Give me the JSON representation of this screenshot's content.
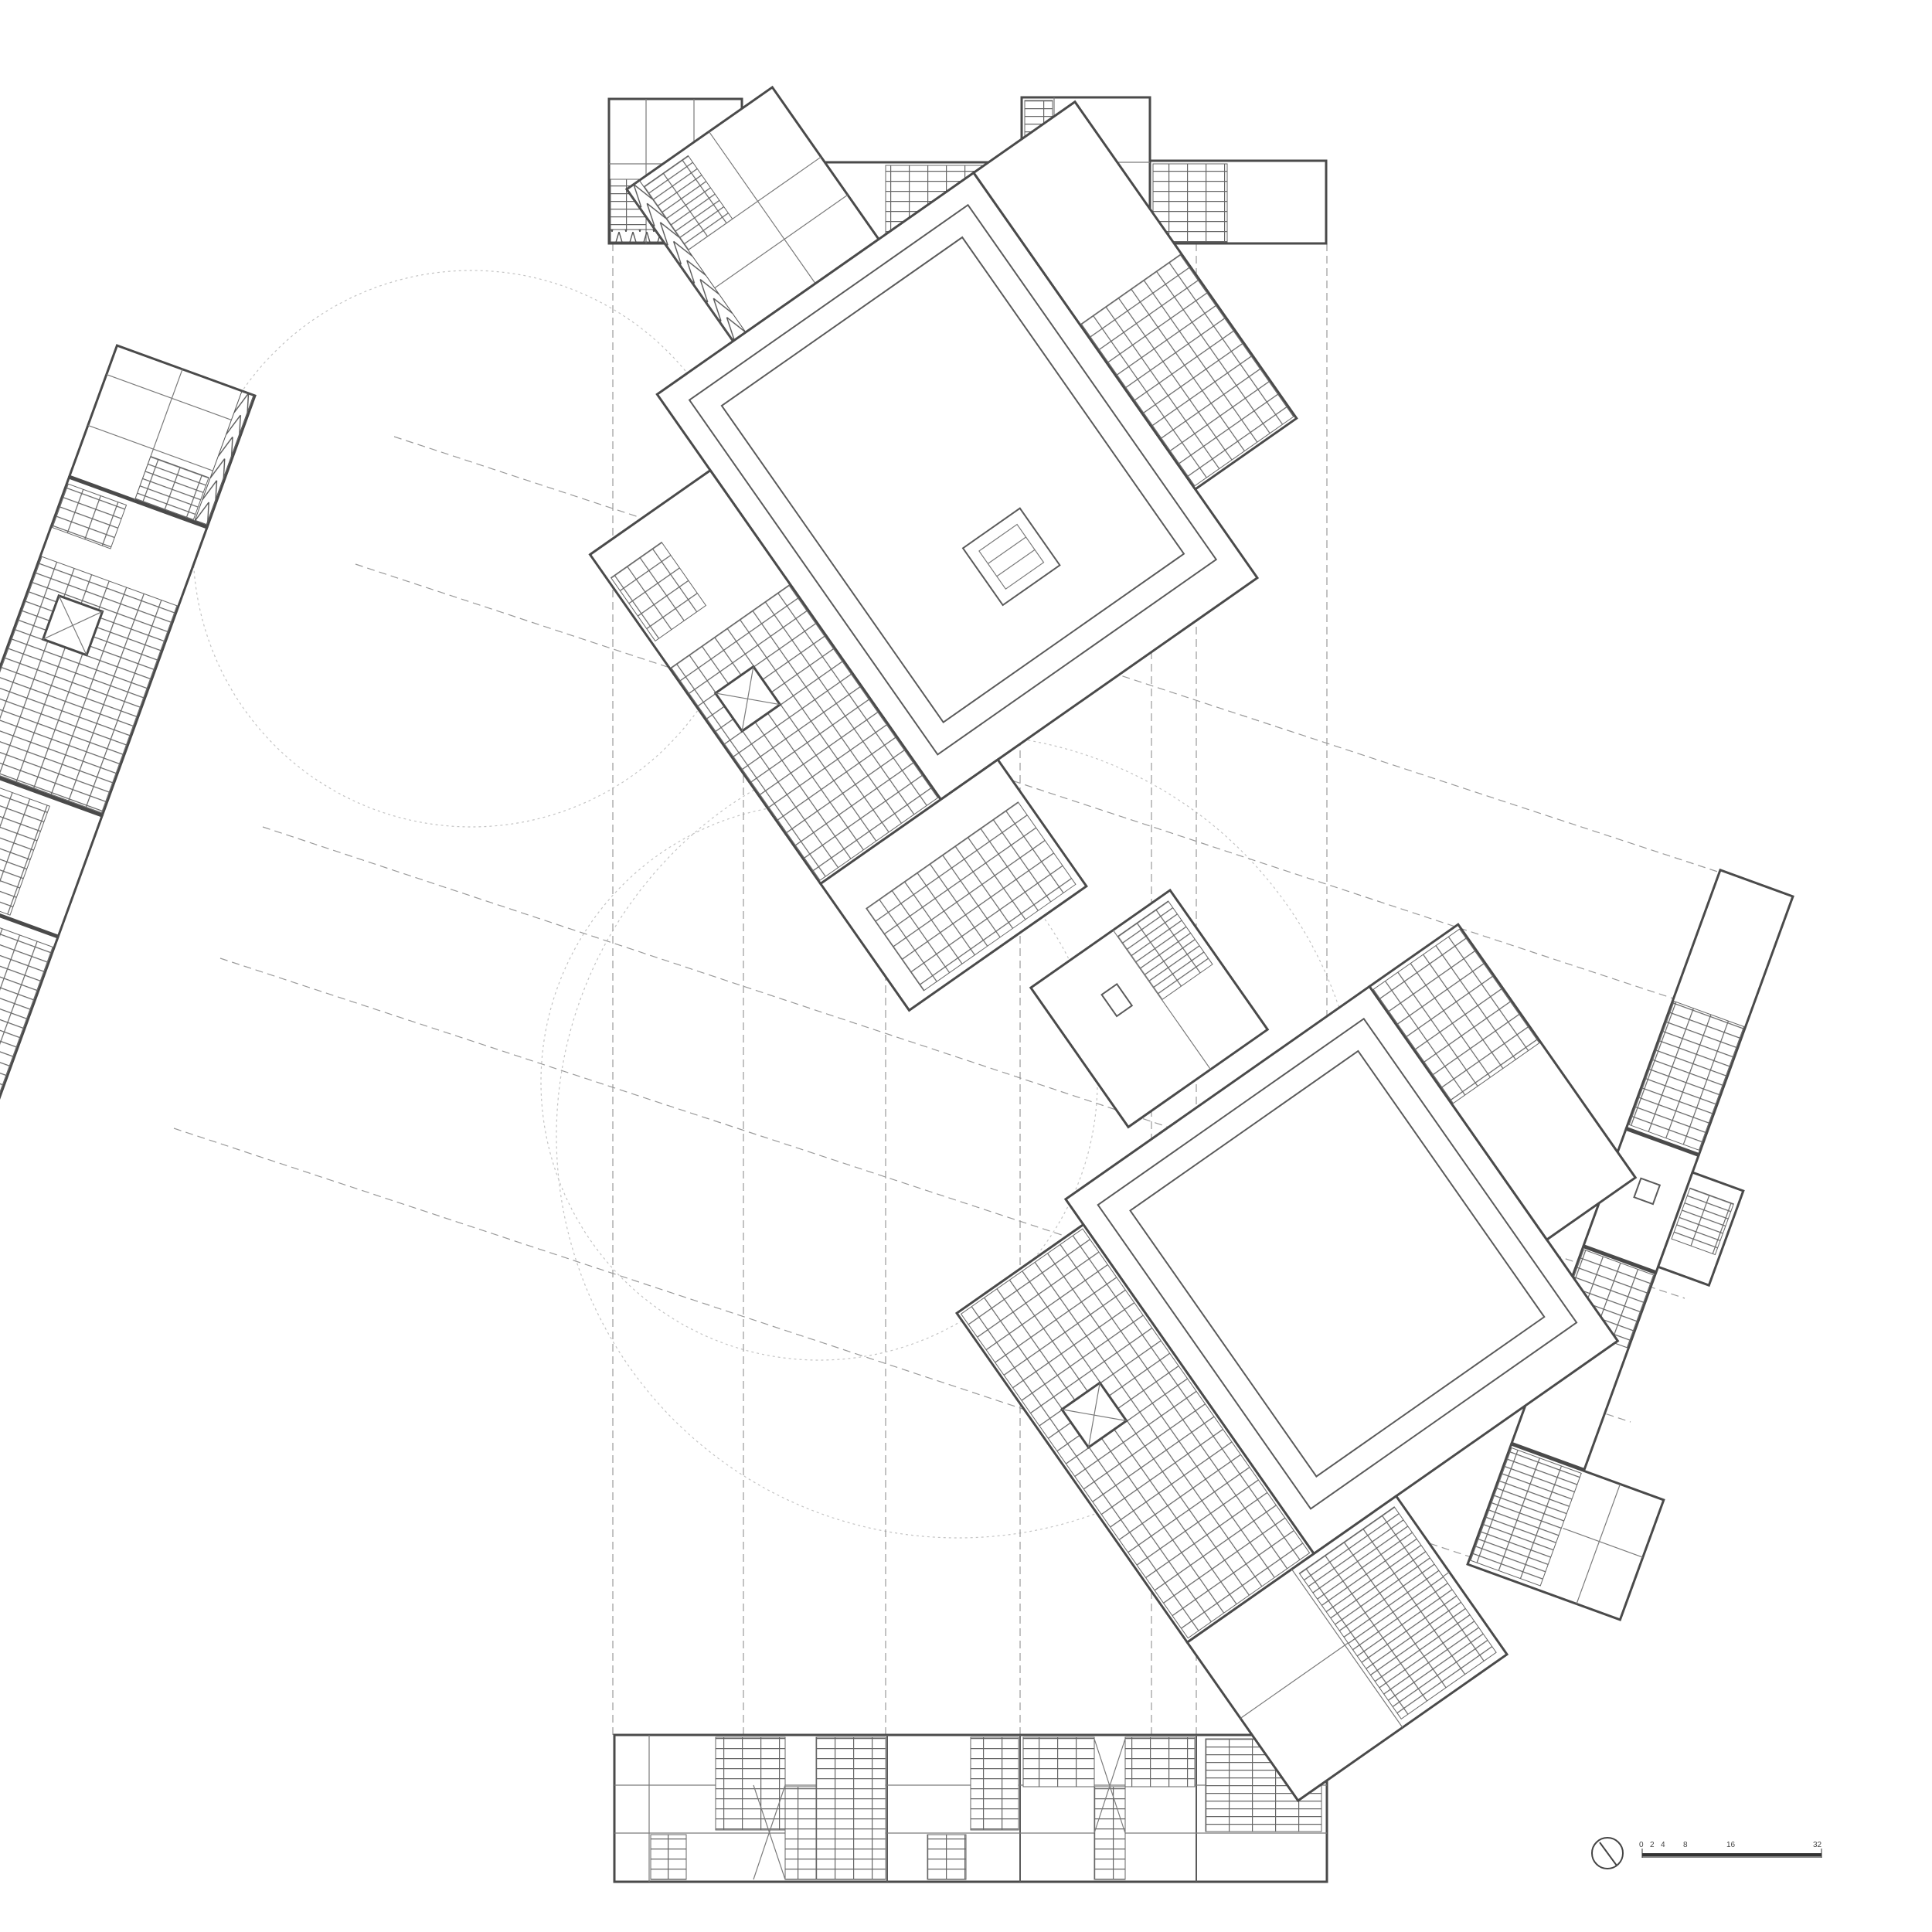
{
  "drawing": {
    "scale_bar": {
      "ticks": [
        {
          "label": "0",
          "value": 0
        },
        {
          "label": "2",
          "value": 2
        },
        {
          "label": "4",
          "value": 4
        },
        {
          "label": "8",
          "value": 8
        },
        {
          "label": "16",
          "value": 16
        },
        {
          "label": "32",
          "value": 32
        }
      ]
    },
    "north_arrow": {
      "icon": "north-arrow-icon"
    },
    "colors": {
      "line": "#4a4a4a",
      "projection": "#9a9a9a",
      "background": "#ffffff"
    }
  }
}
